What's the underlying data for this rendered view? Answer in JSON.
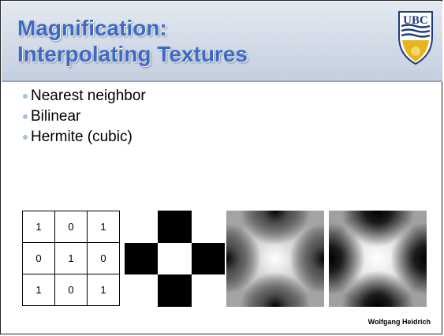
{
  "header": {
    "title_line1": "Magnification:",
    "title_line2": "Interpolating Textures",
    "logo_text": "UBC"
  },
  "bullets": [
    "Nearest neighbor",
    "Bilinear",
    "Hermite (cubic)"
  ],
  "matrix": [
    [
      "1",
      "0",
      "1"
    ],
    [
      "0",
      "1",
      "0"
    ],
    [
      "1",
      "0",
      "1"
    ]
  ],
  "footer": {
    "author": "Wolfgang Heidrich"
  },
  "colors": {
    "title": "#3c6ac6",
    "header_bg": "#d5dde8",
    "bullet_dot": "#9fc2e8",
    "crest_blue": "#1f3c7a",
    "crest_gold": "#e7b31f"
  }
}
